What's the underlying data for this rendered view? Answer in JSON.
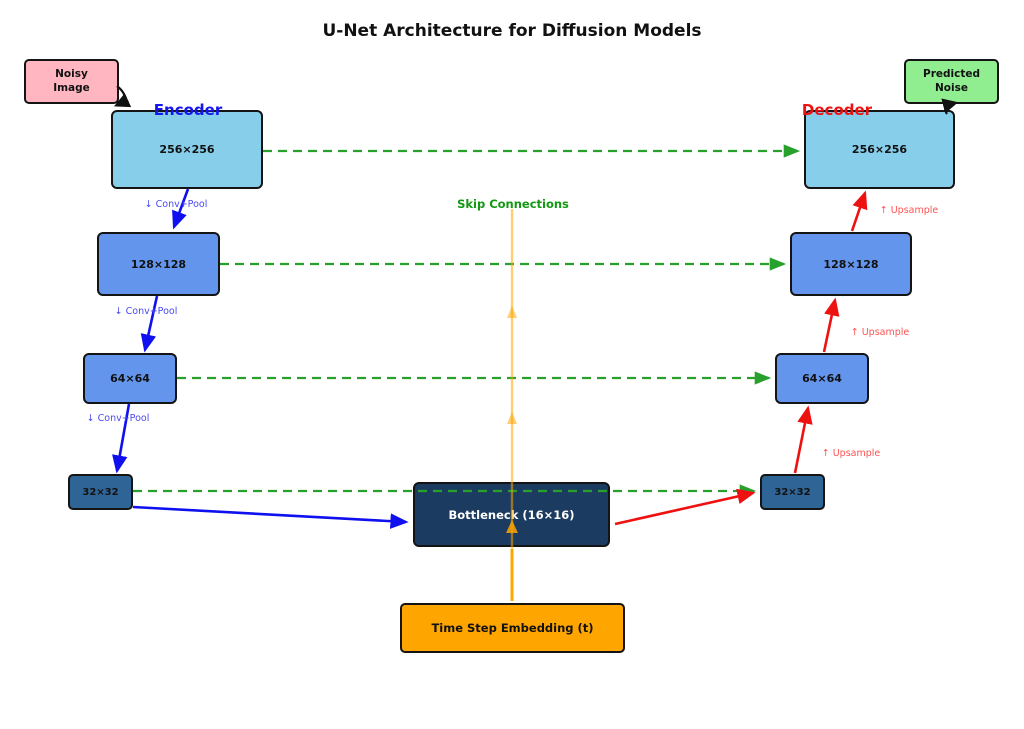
{
  "title": "U-Net Architecture for Diffusion Models",
  "io": {
    "noisy_image_label": "Noisy\nImage",
    "predicted_noise_label": "Predicted\nNoise"
  },
  "encoder": {
    "label": "Encoder",
    "blocks": [
      "256×256",
      "128×128",
      "64×64",
      "32×32"
    ],
    "downsample_label": "↓ Conv+Pool"
  },
  "decoder": {
    "label": "Decoder",
    "blocks": [
      "256×256",
      "128×128",
      "64×64",
      "32×32"
    ],
    "upsample_label": "↑ Upsample"
  },
  "bottleneck": {
    "label": "Bottleneck (16×16)"
  },
  "time_embedding": {
    "label": "Time Step Embedding (t)"
  },
  "skip": {
    "label": "Skip Connections"
  },
  "colors": {
    "block_level1": "#87CEEB",
    "block_level2": "#6495ED",
    "block_level4": "#2F6596",
    "bottleneck": "#1C3B60",
    "noisy_image": "#FFB6C1",
    "predicted_noise": "#90EE90",
    "time_embedding": "#FFA500",
    "encoder_arrow": "#0F0FEF",
    "decoder_arrow": "#EE1111",
    "skip_line": "#28A02C",
    "encoder_label": "#1414EE",
    "decoder_label": "#EE1111",
    "skip_label": "#119911",
    "conv_pool_label": "#4A4AF0",
    "upsample_label": "#FF5252",
    "io_arrow": "#111111"
  }
}
